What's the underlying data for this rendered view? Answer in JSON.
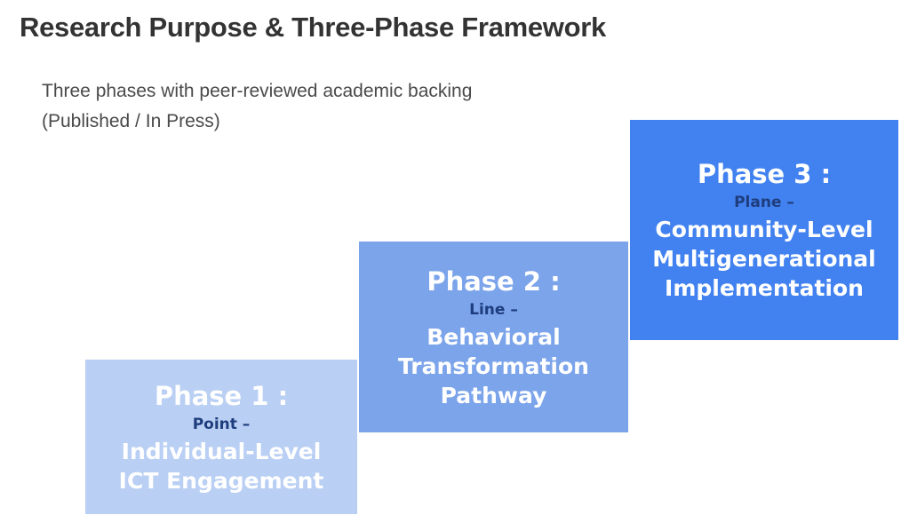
{
  "slide": {
    "title": "Research Purpose & Three-Phase Framework",
    "subtitle": {
      "line1": "Three phases with peer-reviewed academic backing",
      "line2": "(Published / In Press)"
    }
  },
  "phases": [
    {
      "heading": "Phase 1 :",
      "dimension_label": "Point –",
      "lines": [
        "Individual-Level",
        "ICT Engagement"
      ],
      "bg_color": "#b9cff3"
    },
    {
      "heading": "Phase 2 :",
      "dimension_label": "Line –",
      "lines": [
        "Behavioral",
        "Transformation",
        "Pathway"
      ],
      "bg_color": "#7ca4ea"
    },
    {
      "heading": "Phase 3 :",
      "dimension_label": "Plane –",
      "lines": [
        "Community-Level",
        "Multigenerational",
        "Implementation"
      ],
      "bg_color": "#4282f0"
    }
  ],
  "colors": {
    "phase1_bg": "#b9cff3",
    "phase2_bg": "#7ca4ea",
    "phase3_bg": "#4282f0",
    "dimension_text": "#1e3d7d",
    "phase_text": "#ffffff",
    "title_text": "#333333",
    "subtitle_text": "#4a4a4a",
    "background": "#ffffff"
  }
}
